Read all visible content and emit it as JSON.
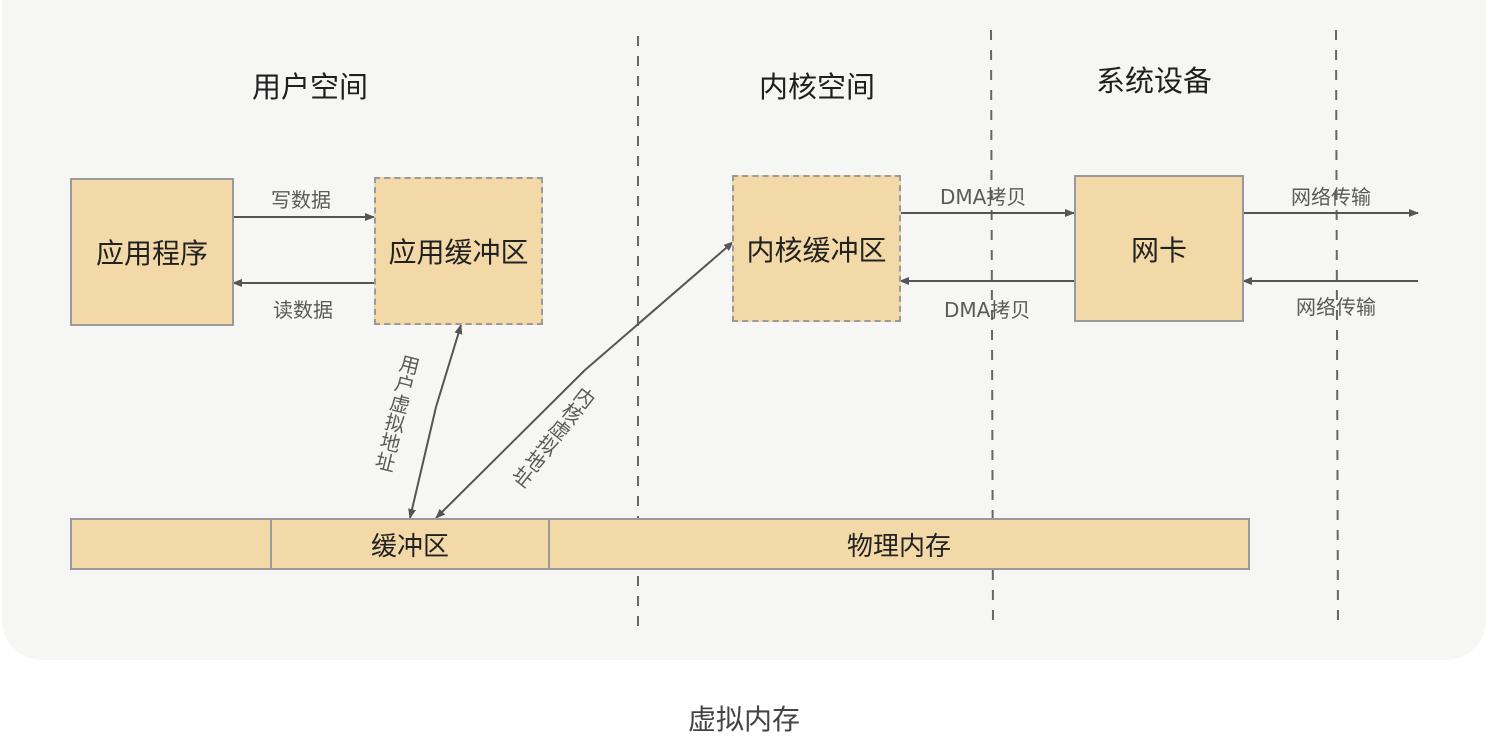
{
  "headers": {
    "user_space": "用户空间",
    "kernel_space": "内核空间",
    "system_devices": "系统设备"
  },
  "boxes": {
    "app_program": "应用程序",
    "app_buffer": "应用缓冲区",
    "kernel_buffer": "内核缓冲区",
    "nic": "网卡"
  },
  "memory": {
    "buffer": "缓冲区",
    "physical": "物理内存"
  },
  "arrows": {
    "write_data": "写数据",
    "read_data": "读数据",
    "dma_copy_out": "DMA拷贝",
    "dma_copy_in": "DMA拷贝",
    "net_out": "网络传输",
    "net_in": "网络传输",
    "user_virtual_addr": "用户虚拟地址",
    "kernel_virtual_addr": "内核虚拟地址"
  },
  "caption": "虚拟内存",
  "colors": {
    "box_fill": "#f3d9a7",
    "border": "#9a9a9a",
    "panel": "#f6f6f4",
    "arrow": "#555555"
  }
}
